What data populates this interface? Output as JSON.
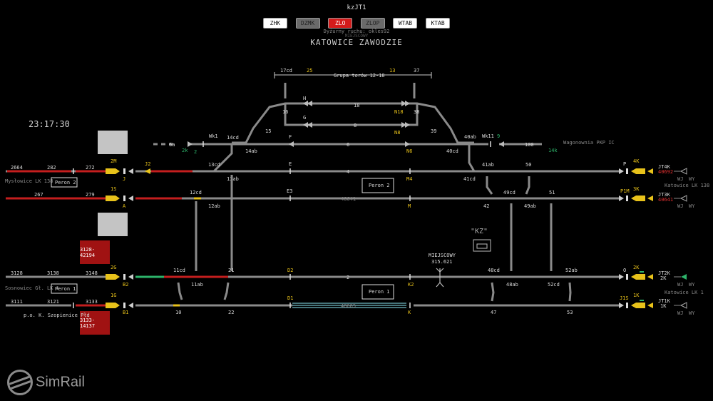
{
  "header": {
    "station_code": "kzJT1",
    "buttons": [
      "ZHK",
      "DZMK",
      "ZLO",
      "ZLOP",
      "WTAB",
      "KTAB"
    ],
    "duty_line": "Dyżurny ruchu: okles92",
    "mode": "MIEJSCOWY",
    "station_name": "KATOWICE ZAWODZIE"
  },
  "clock": "23:17:30",
  "boxes": {
    "box1": "3128-42194",
    "box2": "3133-14137"
  },
  "platforms": {
    "peron2_left": "Peron 2",
    "peron1_left": "Peron 1",
    "peron2": "Peron 2",
    "peron1": "Peron 1"
  },
  "control": {
    "kz_label": "\"KZ\"",
    "mode": "MIEJSCOWY",
    "km": "315.621"
  },
  "directions": {
    "myslowice": "Mysłowice LK 138",
    "sosnowiec": "Sosnowiec Gł. LK 1",
    "szopienice": "p.o. K. Szopienice Płd",
    "katowice138": "Katowice LK 138",
    "katowice1": "Katowice LK 1",
    "wagonownia": "Wagonownia PKP IC",
    "grupa": "Grupa torów 12-18"
  },
  "tracks": {
    "t2664": "2664",
    "t282": "282",
    "t272": "272",
    "t267": "267",
    "t279": "279",
    "t3128": "3128",
    "t3138": "3138",
    "t3148": "3148",
    "t3111": "3111",
    "t3121": "3121",
    "t3133": "3133",
    "n17cd": "17cd",
    "n37": "37",
    "n18": "18",
    "n16": "16",
    "n38": "38",
    "n8": "8",
    "n15": "15",
    "n39": "39",
    "n6": "6",
    "n4": "4",
    "n6a": "6a",
    "n14cd": "14cd",
    "n14ab": "14ab",
    "n13cd": "13cd",
    "n13ab": "13ab",
    "n12cd": "12cd",
    "n12ab": "12ab",
    "n40ab": "40ab",
    "n40cd": "40cd",
    "n41ab": "41ab",
    "n41cd": "41cd",
    "n50": "50",
    "n49cd": "49cd",
    "n49ab": "49ab",
    "n51": "51",
    "n42": "42",
    "n48641": "48641",
    "n11cd": "11cd",
    "n11ab": "11ab",
    "n21": "21",
    "n2": "2",
    "n48cd": "48cd",
    "n48ab": "48ab",
    "n52ab": "52ab",
    "n52cd": "52cd",
    "n10": "10",
    "n22": "22",
    "n48685": "48685",
    "n47": "47",
    "n53": "53",
    "n100": "100",
    "n2k": "2k",
    "n14k": "14k",
    "n2b": "2",
    "n9": "9"
  },
  "signals": {
    "J2": "J2",
    "Wk1": "Wk1",
    "Wk11": "Wk11",
    "F": "F",
    "E": "E",
    "E3": "E3",
    "M": "M",
    "M4": "M4",
    "N6": "N6",
    "N8": "N8",
    "N18": "N18",
    "H": "H",
    "G": "G",
    "D2": "D2",
    "D1": "D1",
    "K2": "K2",
    "K": "K",
    "P": "P",
    "P1M": "P1M",
    "O": "O",
    "J1S": "J1S",
    "J": "J",
    "A": "A",
    "B2": "B2",
    "B1": "B1",
    "2M": "2M",
    "1S": "1S",
    "2G": "2G",
    "1G": "1G",
    "4K": "4K",
    "3K": "3K",
    "2K": "2K",
    "1K": "1K",
    "JT4K": "JT4K",
    "JT3K": "JT3K",
    "JT2K": "JT2K",
    "JT1K": "JT1K",
    "n40692": "40692",
    "n40641": "40641",
    "JT2K2": "2K",
    "JT1K1": "1K",
    "WJ": "WJ",
    "WY": "WY",
    "z25": "25",
    "z13": "13"
  },
  "colors": {
    "red": "#c41e1e",
    "grey": "#8a8a8a",
    "yellow": "#e8c21a",
    "green": "#2db36a"
  },
  "footer": {
    "logo_text": "SimRail"
  }
}
